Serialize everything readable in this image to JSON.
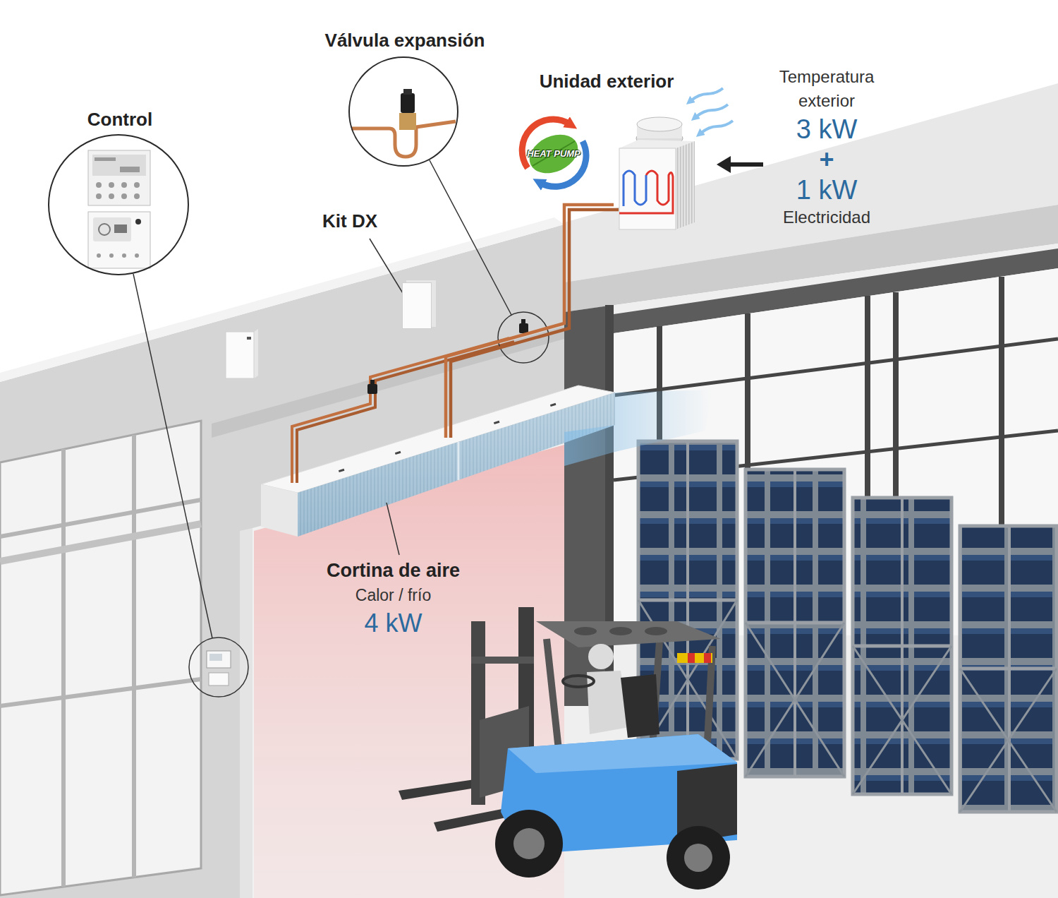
{
  "diagram": {
    "nodes": [
      {
        "text": [
          "Válvula expansión"
        ]
      },
      {
        "text": [
          "Control"
        ]
      },
      {
        "text": [
          "Unidad exterior"
        ]
      },
      {
        "text": [
          "HEAT PUMP"
        ]
      },
      {
        "text": [
          "Kit DX"
        ]
      },
      {
        "text": [
          "Cortina de aire",
          "Calor / frío",
          "4 kW"
        ]
      }
    ],
    "edges": [
      {
        "from": 2,
        "to": 5,
        "arrow": "none"
      }
    ],
    "labels": [
      "Temperatura exterior",
      "3 kW",
      "+",
      "1 kW",
      "Electricidad"
    ]
  }
}
